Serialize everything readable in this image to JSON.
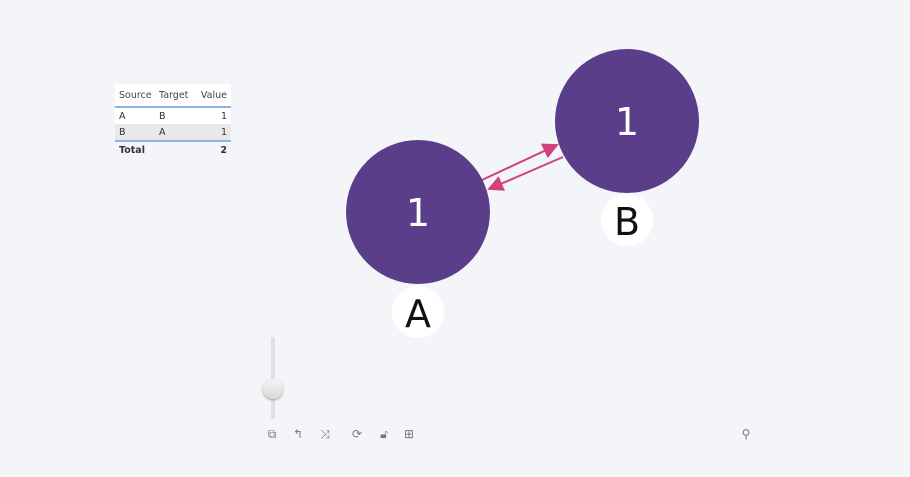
{
  "table": {
    "headers": [
      "Source",
      "Target",
      "Value"
    ],
    "rows": [
      [
        "A",
        "B",
        "1"
      ],
      [
        "B",
        "A",
        "1"
      ]
    ],
    "total": {
      "label": "Total",
      "value": "2"
    }
  },
  "graph": {
    "node_color": "#5a3e8a",
    "edge_color": "#d0417e",
    "nodes": [
      {
        "id": "A",
        "label": "A",
        "value": "1"
      },
      {
        "id": "B",
        "label": "B",
        "value": "1"
      }
    ],
    "edges": [
      {
        "source": "A",
        "target": "B",
        "value": 1
      },
      {
        "source": "B",
        "target": "A",
        "value": 1
      }
    ]
  },
  "zoom_slider": {
    "value": 0.37
  },
  "toolbar": {
    "icons": [
      "screenshot-icon",
      "undo-icon",
      "shuffle-icon",
      "refresh-icon",
      "unlock-icon",
      "grid-icon",
      "search-icon"
    ]
  }
}
